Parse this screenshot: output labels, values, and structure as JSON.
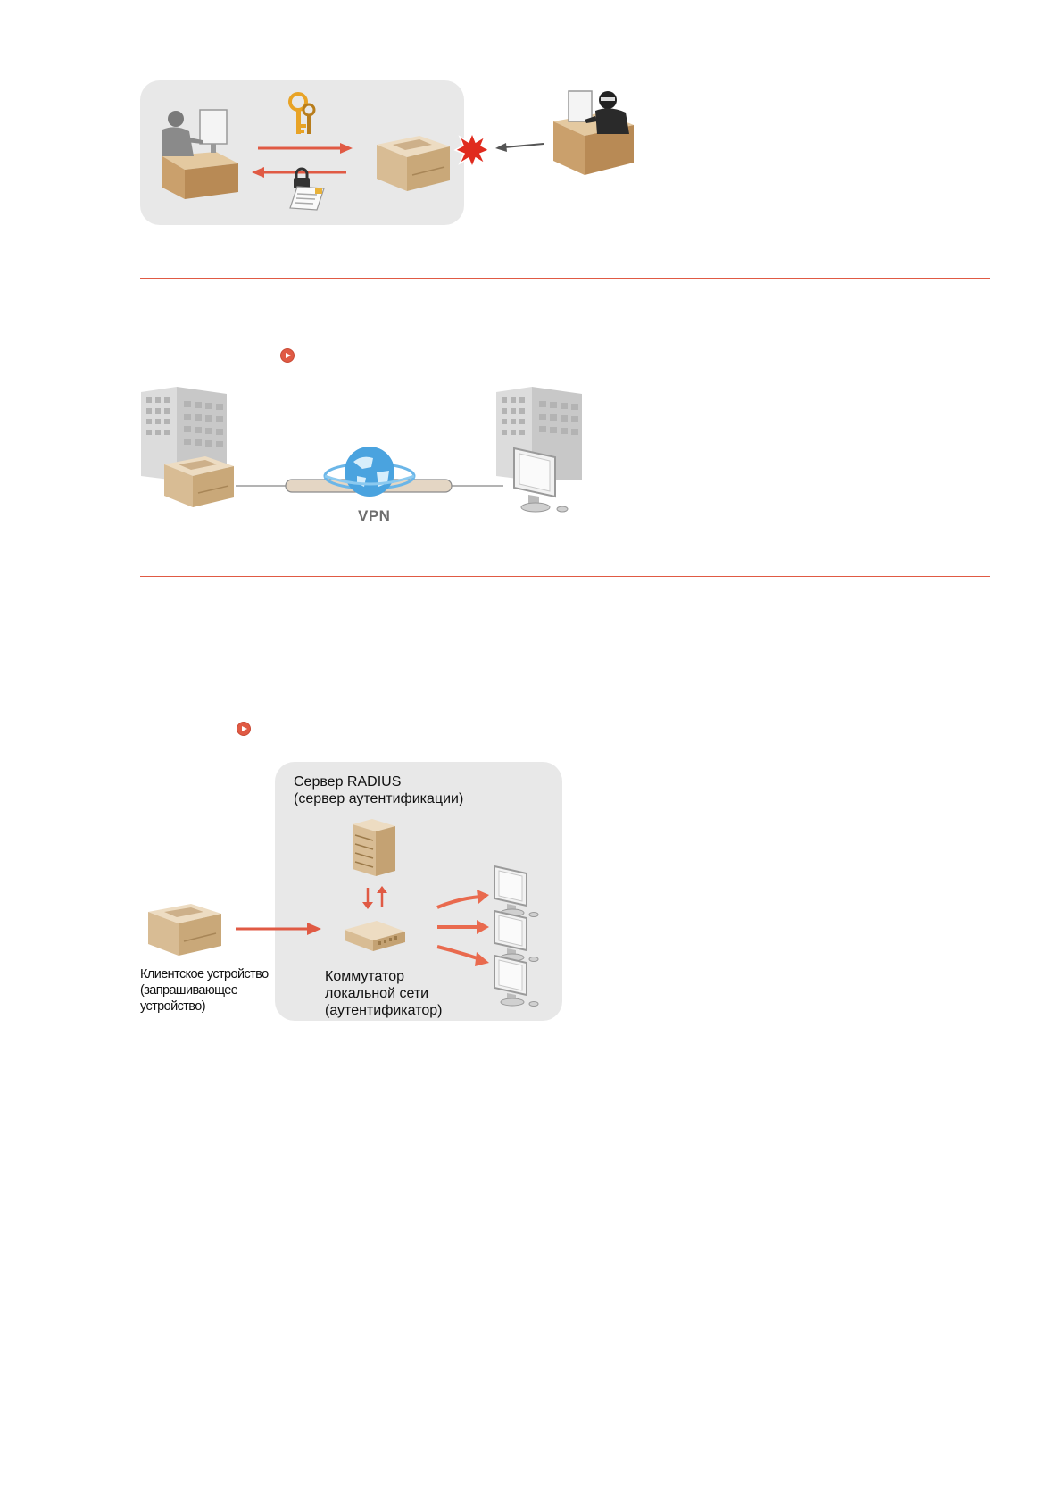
{
  "diagrams": {
    "encryption": {
      "icons": [
        "user-at-computer-icon",
        "keys-icon",
        "lock-icon",
        "document-icon",
        "printer-icon",
        "attack-burst-icon",
        "hacker-at-computer-icon"
      ]
    },
    "vpn": {
      "label": "VPN",
      "icons": [
        "office-building-icon",
        "printer-icon",
        "globe-icon",
        "monitor-icon"
      ]
    },
    "ieee8021x": {
      "radius_server_label": "Сервер RADIUS\n(сервер аутентификации)",
      "switch_label": "Коммутатор\nлокальной сети\n(аутентификатор)",
      "client_label": "Клиентское устройство\n(запрашивающее\nустройство)",
      "icons": [
        "server-icon",
        "switch-icon",
        "printer-icon",
        "monitor-icon"
      ]
    }
  },
  "colors": {
    "accent": "#e05a44",
    "panel": "#e8e8e8",
    "globe": "#4aa3df"
  }
}
